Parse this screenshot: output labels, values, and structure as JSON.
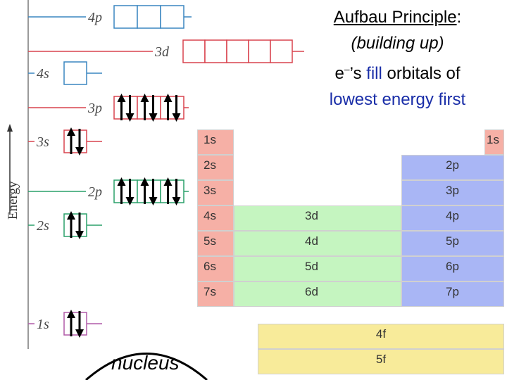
{
  "title": {
    "heading": "Aufbau Principle",
    "colon": ":",
    "subtitle": "(building up)",
    "line3_pre": "e",
    "line3_sup": "–",
    "line3_mid": "’s ",
    "line3_fill": "fill",
    "line3_post": " orbitals of",
    "line4": "lowest energy first"
  },
  "energy_axis_label": "Energy",
  "nucleus_label": "nucleus",
  "levels": [
    {
      "id": "4p",
      "label": "4p",
      "color": "#3a86c0",
      "boxes": 3,
      "electrons": []
    },
    {
      "id": "3d",
      "label": "3d",
      "color": "#d9434e",
      "boxes": 5,
      "electrons": []
    },
    {
      "id": "4s",
      "label": "4s",
      "color": "#3a86c0",
      "boxes": 1,
      "electrons": []
    },
    {
      "id": "3p",
      "label": "3p",
      "color": "#d9434e",
      "boxes": 3,
      "electrons": [
        "↑↓",
        "↑↓",
        "↑↓"
      ]
    },
    {
      "id": "3s",
      "label": "3s",
      "color": "#d9434e",
      "boxes": 1,
      "electrons": [
        "↑↓"
      ]
    },
    {
      "id": "2p",
      "label": "2p",
      "color": "#2aa06a",
      "boxes": 3,
      "electrons": [
        "↑↓",
        "↑↓",
        "↑↓"
      ]
    },
    {
      "id": "2s",
      "label": "2s",
      "color": "#2aa06a",
      "boxes": 1,
      "electrons": [
        "↑↓"
      ]
    },
    {
      "id": "1s",
      "label": "1s",
      "color": "#b05aa8",
      "boxes": 1,
      "electrons": [
        "↑↓"
      ]
    }
  ],
  "periodic_table": {
    "s_block": [
      "1s",
      "2s",
      "3s",
      "4s",
      "5s",
      "6s",
      "7s"
    ],
    "p_block_top": "1s",
    "p_block": [
      "2p",
      "3p",
      "4p",
      "5p",
      "6p",
      "7p"
    ],
    "d_block": [
      "3d",
      "4d",
      "5d",
      "6d"
    ],
    "f_block": [
      "4f",
      "5f"
    ]
  },
  "colors": {
    "s": "#f6b0a6",
    "p": "#a9b6f5",
    "d": "#c5f5c0",
    "f": "#f8eb9a"
  }
}
